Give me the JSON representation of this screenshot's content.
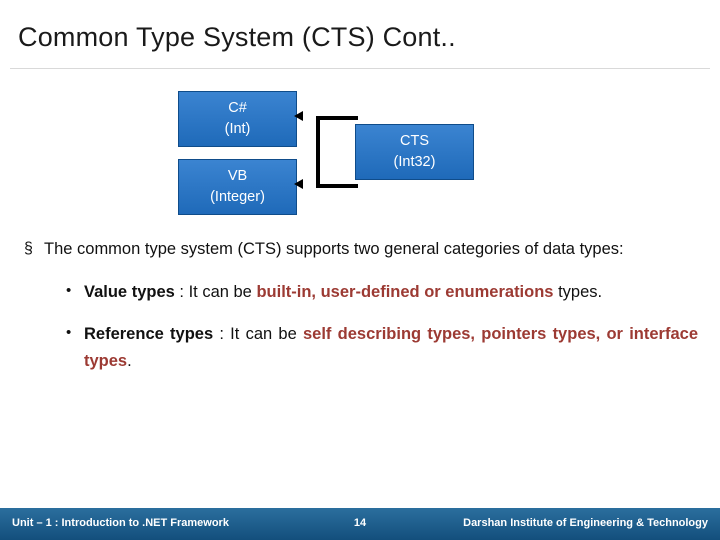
{
  "slide": {
    "title": "Common Type System (CTS) Cont..",
    "diagram": {
      "boxes": [
        {
          "name": "csharp",
          "line1": "C#",
          "line2": "(Int)"
        },
        {
          "name": "vb",
          "line1": "VB",
          "line2": "(Integer)"
        },
        {
          "name": "cts",
          "line1": "CTS",
          "line2": "(Int32)"
        }
      ],
      "box_color": "#1f6ac0",
      "arrow_color": "#000000"
    },
    "bullets": {
      "main": {
        "marker": "§",
        "text": "The common type system (CTS) supports two general categories of data types:"
      },
      "sub": [
        {
          "marker": "•",
          "bold_label": "Value types",
          "mid": " : It can be ",
          "highlight": "built-in, user-defined or enumerations",
          "tail": " types."
        },
        {
          "marker": "•",
          "bold_label": "Reference types",
          "mid": " : It can be ",
          "highlight": "self describing types, pointers types, or interface types",
          "tail": "."
        }
      ],
      "highlight_color": "#9c3a33"
    },
    "footer": {
      "left": "Unit – 1 : Introduction to .NET Framework",
      "page": "14",
      "right": "Darshan Institute of Engineering & Technology",
      "background": "#1f5f8f"
    }
  }
}
